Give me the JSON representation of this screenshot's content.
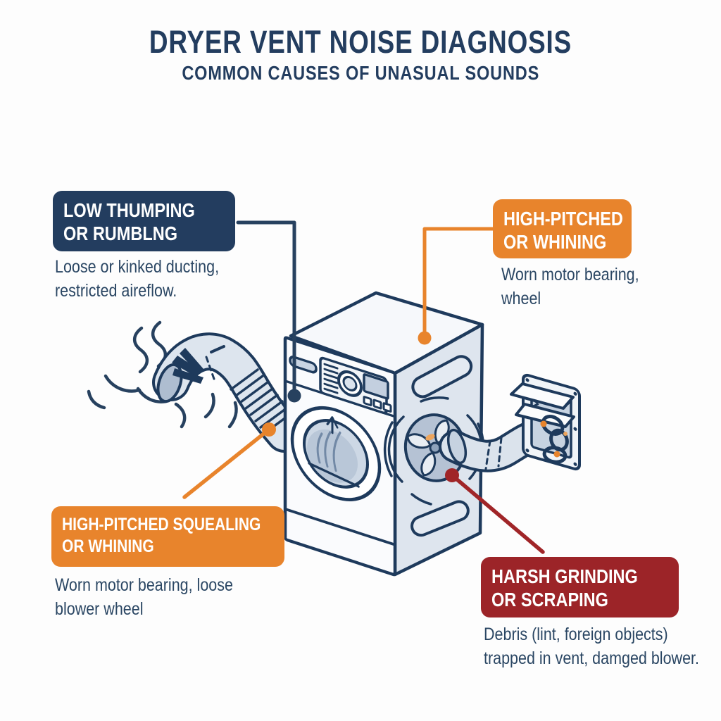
{
  "header": {
    "title": "DRYER VENT NOISE DIAGNOSIS",
    "subtitle": "COMMON CAUSES OF UNASUAL SOUNDS"
  },
  "colors": {
    "navy": "#233d5f",
    "orange": "#e8842c",
    "dark_red": "#9c2428",
    "text_navy": "#2a4663",
    "illustration_outline": "#1e3a5c",
    "background": "#fdfdfd"
  },
  "callouts": {
    "low_thumping": {
      "title_line1": "LOW THUMPING",
      "title_line2": "OR RUMBLNG",
      "desc_line1": "Loose or kinked ducting,",
      "desc_line2": "restricted aireflow.",
      "color": "#233d5f"
    },
    "high_pitched_top": {
      "title_line1": "HIGH-PITCHED",
      "title_line2": "OR WHINING",
      "desc_line1": "Worn motor bearing,",
      "desc_line2": "wheel",
      "color": "#e8842c"
    },
    "high_pitched_squealing": {
      "title_line1": "HIGH-PITCHED SQUEALING",
      "title_line2": "OR WHINING",
      "desc_line1": "Worn motor bearing, loose",
      "desc_line2": "blower wheel",
      "color": "#e8842c"
    },
    "harsh_grinding": {
      "title_line1": "HARSH GRINDING",
      "title_line2": "OR SCRAPING",
      "desc_line1": "Debris (lint, foreign objects)",
      "desc_line2": "trapped in vent, damged blower.",
      "color": "#9c2428"
    }
  },
  "illustration": {
    "icons": [
      "dryer-icon",
      "flex-duct-icon",
      "heat-squiggles-icon",
      "control-panel-icon",
      "dryer-door-icon",
      "blower-fan-icon",
      "exhaust-duct-icon",
      "wall-vent-icon",
      "chain-debris-icon"
    ]
  }
}
